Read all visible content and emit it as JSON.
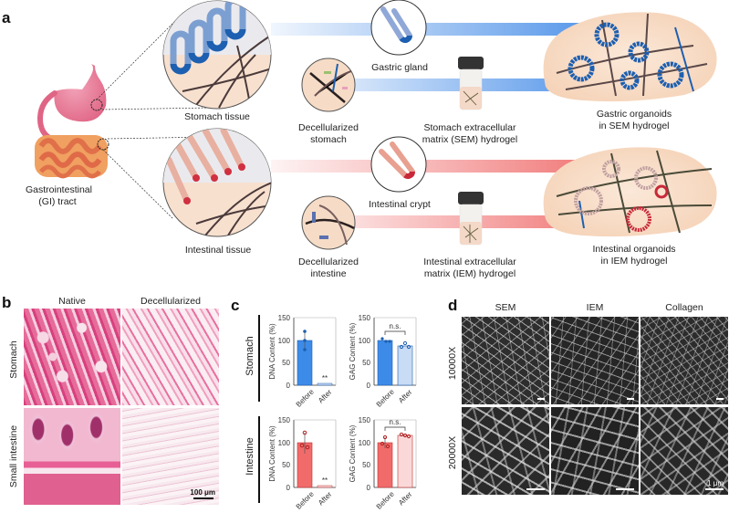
{
  "panels": {
    "a": {
      "letter": "a",
      "gi_tract_label_1": "Gastrointestinal",
      "gi_tract_label_2": "(GI) tract",
      "stomach_tissue": "Stomach tissue",
      "gastric_gland": "Gastric gland",
      "decell_stomach_1": "Decellularized",
      "decell_stomach_2": "stomach",
      "sem_hydrogel_1": "Stomach extracellular",
      "sem_hydrogel_2": "matrix (SEM) hydrogel",
      "gastric_organoids_1": "Gastric organoids",
      "gastric_organoids_2": "in SEM hydrogel",
      "intestinal_tissue": "Intestinal tissue",
      "intestinal_crypt": "Intestinal crypt",
      "decell_intestine_1": "Decellularized",
      "decell_intestine_2": "intestine",
      "iem_hydrogel_1": "Intestinal extracellular",
      "iem_hydrogel_2": "matrix (IEM) hydrogel",
      "intestinal_organoids_1": "Intestinal organoids",
      "intestinal_organoids_2": "in IEM hydrogel",
      "colors": {
        "stomach_arrow": "#4a8fe8",
        "intestine_arrow": "#f07070",
        "stomach_organ": "#e8708f",
        "intestine_organ": "#e8834e",
        "gel": "#f8dcc4"
      }
    },
    "b": {
      "letter": "b",
      "col_native": "Native",
      "col_decell": "Decellularized",
      "row_stomach": "Stomach",
      "row_intestine": "Small intestine",
      "scale_bar": "100 μm"
    },
    "c": {
      "letter": "c",
      "row_stomach": "Stomach",
      "row_intestine": "Intestine",
      "dna_ylabel": "DNA Content (%)",
      "gag_ylabel": "GAG Content (%)",
      "ticks": [
        "0",
        "50",
        "100",
        "150"
      ],
      "x_before": "Before",
      "x_after": "After",
      "sig_dna": "**",
      "sig_gag": "n.s."
    },
    "d": {
      "letter": "d",
      "col_sem": "SEM",
      "col_iem": "IEM",
      "col_collagen": "Collagen",
      "row_10000": "10000X",
      "row_20000": "20000X",
      "scale_bar": "1 μm"
    }
  },
  "chart_data": [
    {
      "type": "bar",
      "title": "Stomach - DNA Content",
      "categories": [
        "Before",
        "After"
      ],
      "values": [
        100,
        3
      ],
      "error": [
        20,
        2
      ],
      "points": [
        [
          120,
          100,
          80
        ],
        [
          2,
          3,
          4
        ]
      ],
      "ylabel": "DNA Content (%)",
      "ylim": [
        0,
        150
      ],
      "annotation": "**",
      "colors": [
        "#3d8be8",
        "#c9dcf5"
      ]
    },
    {
      "type": "bar",
      "title": "Stomach - GAG Content",
      "categories": [
        "Before",
        "After"
      ],
      "values": [
        100,
        88
      ],
      "error": [
        5,
        6
      ],
      "points": [
        [
          104,
          98,
          97
        ],
        [
          93,
          86,
          85
        ]
      ],
      "ylabel": "GAG Content (%)",
      "ylim": [
        0,
        150
      ],
      "annotation": "n.s.",
      "colors": [
        "#3d8be8",
        "#c9dcf5"
      ]
    },
    {
      "type": "bar",
      "title": "Intestine - DNA Content",
      "categories": [
        "Before",
        "After"
      ],
      "values": [
        100,
        3
      ],
      "error": [
        23,
        2
      ],
      "points": [
        [
          123,
          93,
          88
        ],
        [
          2,
          3,
          4
        ]
      ],
      "ylabel": "DNA Content (%)",
      "ylim": [
        0,
        150
      ],
      "annotation": "**",
      "colors": [
        "#f26b6b",
        "#fbd8d8"
      ]
    },
    {
      "type": "bar",
      "title": "Intestine - GAG Content",
      "categories": [
        "Before",
        "After"
      ],
      "values": [
        100,
        116
      ],
      "error": [
        12,
        3
      ],
      "points": [
        [
          113,
          98,
          90
        ],
        [
          118,
          116,
          114
        ]
      ],
      "ylabel": "GAG Content (%)",
      "ylim": [
        0,
        150
      ],
      "annotation": "n.s.",
      "colors": [
        "#f26b6b",
        "#fbd8d8"
      ]
    }
  ]
}
